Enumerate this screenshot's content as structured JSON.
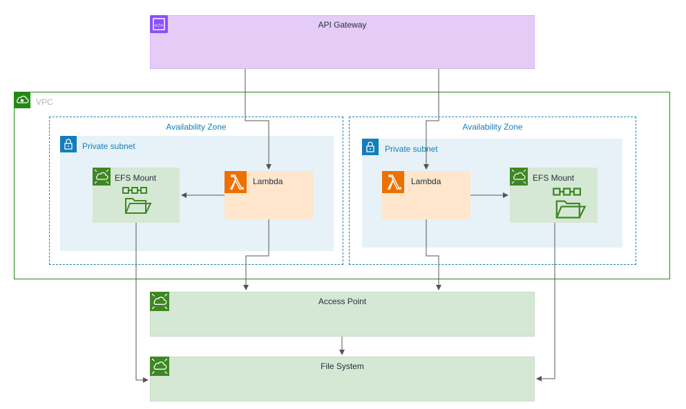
{
  "colors": {
    "api_fill": "#e5ccf7",
    "api_icon": "#8c4fff",
    "vpc_stroke": "#248814",
    "az_stroke": "#147eba",
    "subnet_fill": "#e6f2f8",
    "subnet_label": "#147eba",
    "lambda_fill": "#ffe6cc",
    "lambda_icon": "#ed7100",
    "efs_fill": "#d5e8d4",
    "efs_icon": "#3f8624",
    "edge": "#545454"
  },
  "api_gateway": {
    "label": "API Gateway",
    "icon": "api-gateway-icon"
  },
  "vpc": {
    "label": "VPC",
    "icon": "cloud-lock-icon"
  },
  "zones": [
    {
      "label": "Availability Zone",
      "subnet_label": "Private subnet",
      "lambda_label": "Lambda",
      "efs_label": "EFS Mount"
    },
    {
      "label": "Availability Zone",
      "subnet_label": "Private subnet",
      "lambda_label": "Lambda",
      "efs_label": "EFS Mount"
    }
  ],
  "access_point": {
    "label": "Access Point",
    "icon": "efs-icon"
  },
  "file_system": {
    "label": "File System",
    "icon": "efs-icon"
  }
}
